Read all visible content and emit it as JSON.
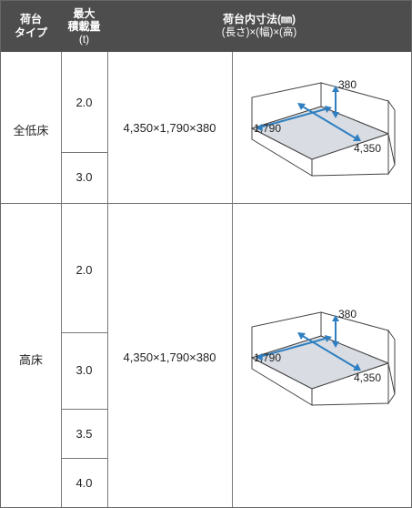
{
  "header": {
    "type_line1": "荷台",
    "type_line2": "タイプ",
    "load_line1": "最大",
    "load_line2": "積載量",
    "load_unit": "(t)",
    "dims_title": "荷台内寸法(㎜)",
    "dims_sub": "(長さ)×(幅)×(高)"
  },
  "rows": [
    {
      "type": "全低床",
      "loads": [
        "2.0",
        "3.0"
      ],
      "dims": "4,350×1,790×380",
      "figure": {
        "height_label": "380",
        "width_label": "1,790",
        "length_label": "4,350"
      }
    },
    {
      "type": "高床",
      "loads": [
        "2.0",
        "3.0",
        "3.5",
        "4.0"
      ],
      "dims": "4,350×1,790×380",
      "figure": {
        "height_label": "380",
        "width_label": "1,790",
        "length_label": "4,350"
      }
    }
  ],
  "colors": {
    "header_bg": "#4d4d4d",
    "arrow": "#2f7fc1",
    "floor": "#d9dde3"
  }
}
